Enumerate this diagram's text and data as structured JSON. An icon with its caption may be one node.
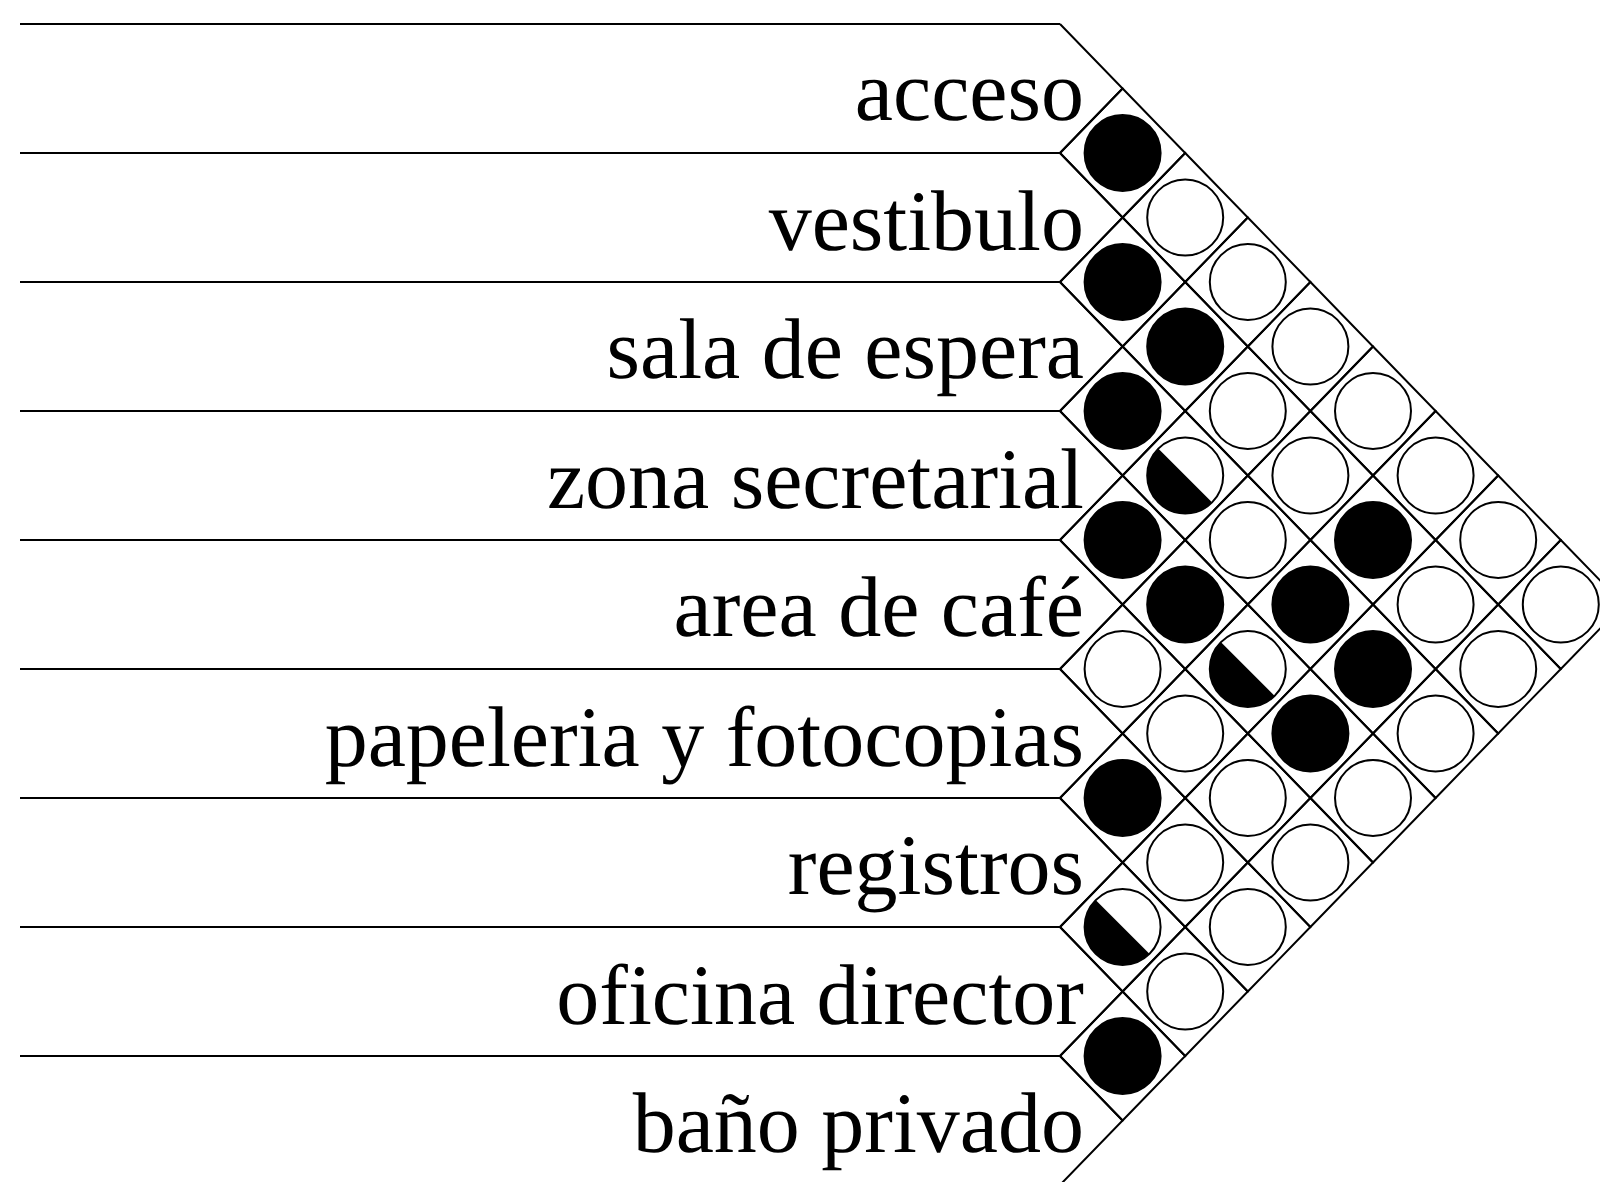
{
  "diagram": {
    "labels": [
      "acceso",
      "vestibulo",
      "sala de espera",
      "zona secretarial",
      "area de café",
      "papeleria y fotocopias",
      "registros",
      "oficina director",
      "baño privado"
    ]
  }
}
